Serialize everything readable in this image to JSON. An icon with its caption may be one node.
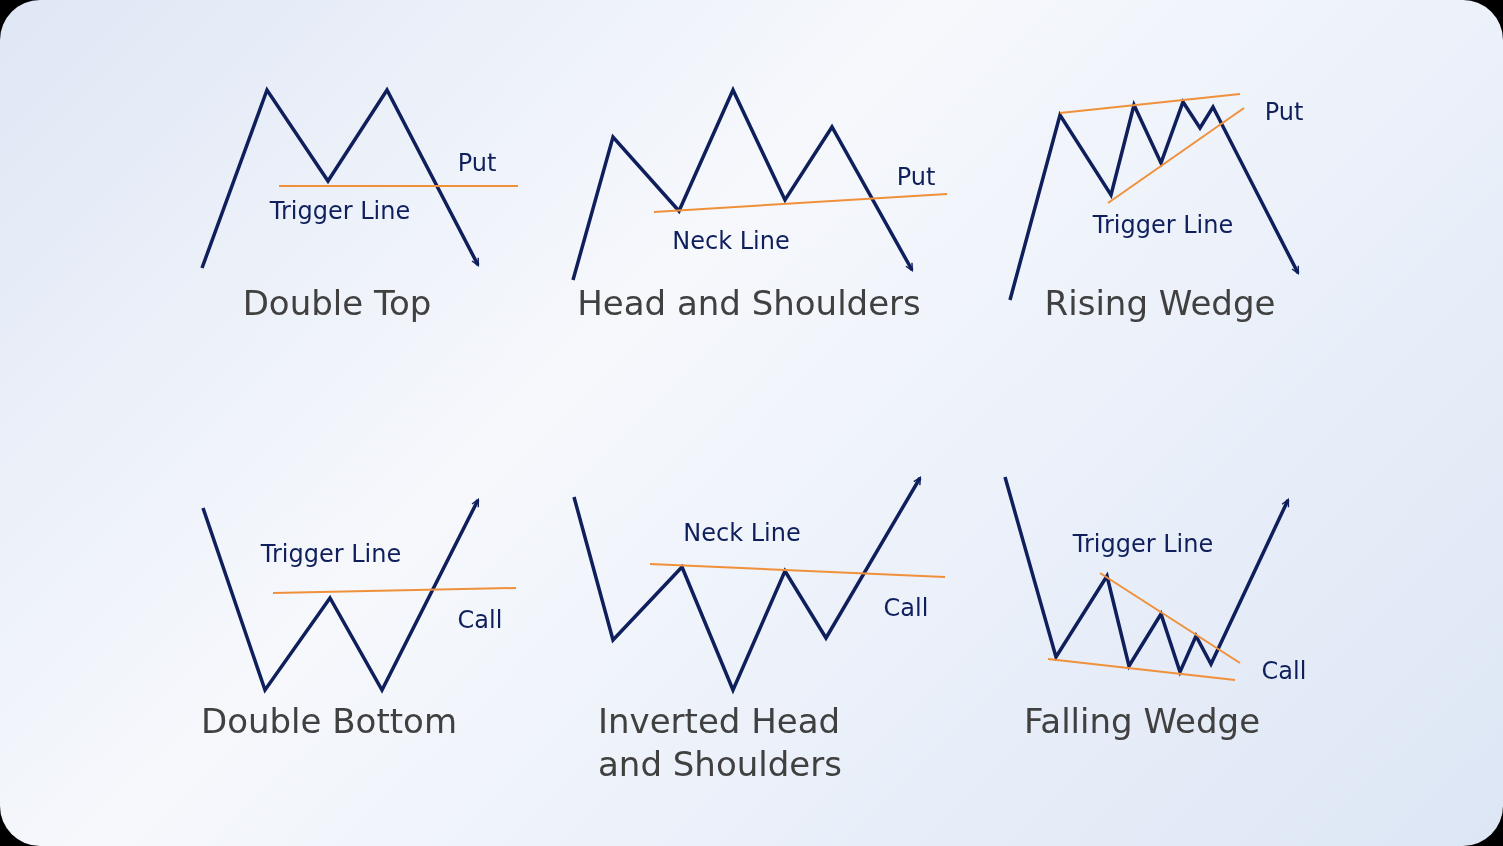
{
  "diagram": {
    "labels": [
      "Put",
      "Trigger Line",
      "Double Top",
      "Put",
      "Neck Line",
      "Head and Shoulders",
      "Put",
      "Trigger Line",
      "Rising Wedge",
      "Trigger Line",
      "Call",
      "Double Bottom",
      "Neck Line",
      "Call",
      "Inverted Head and Shoulders",
      "Trigger Line",
      "Call",
      "Falling Wedge"
    ]
  }
}
